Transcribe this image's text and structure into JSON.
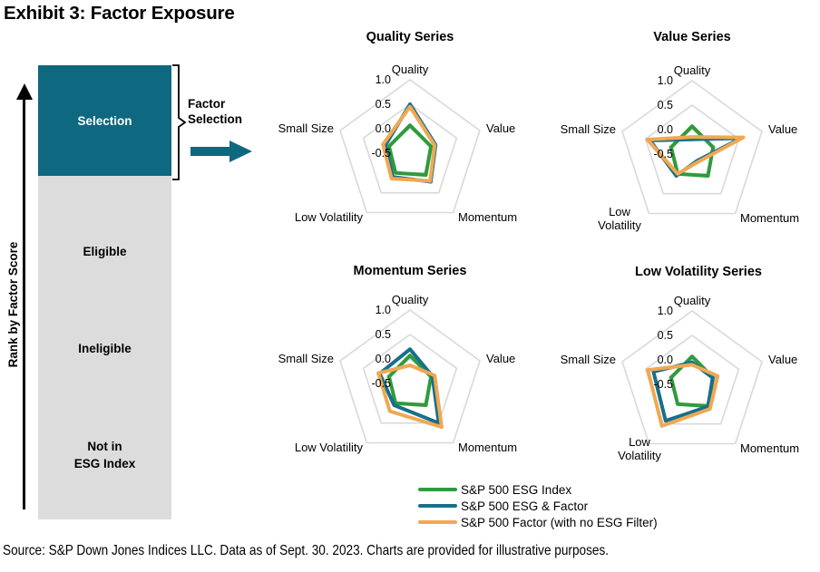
{
  "page_title": "Exhibit 3: Factor Exposure",
  "colors": {
    "green": "#2E9B3C",
    "teal": "#186F8B",
    "teal_box": "#0E6880",
    "orange": "#F0A852",
    "grid": "#D9D9D9",
    "funnel_gray": "#DCDCDC",
    "ink": "#000000"
  },
  "funnel": {
    "axis_label": "Rank by Factor Score",
    "stages": [
      {
        "label": "Selection"
      },
      {
        "label": "Eligible"
      },
      {
        "label": "Ineligible"
      },
      {
        "label": "Not in\nESG Index"
      }
    ],
    "callout_label": "Factor\nSelection"
  },
  "legend": [
    {
      "label": "S&P 500 ESG Index",
      "color_key": "green"
    },
    {
      "label": "S&P 500 ESG & Factor",
      "color_key": "teal"
    },
    {
      "label": "S&P 500 Factor (with no ESG Filter)",
      "color_key": "orange"
    }
  ],
  "chart_data": [
    {
      "type": "radar",
      "title": "Quality Series",
      "axes": [
        "Quality",
        "Value",
        "Momentum",
        "Low Volatility",
        "Small Size"
      ],
      "radial_ticks": [
        "1.0",
        "0.5",
        "0.0",
        "-0.5"
      ],
      "range": [
        -0.5,
        1.0
      ],
      "rings": [
        1.0,
        0.5,
        0.0
      ],
      "grid": true,
      "series": [
        {
          "name": "S&P 500 ESG Index",
          "color_key": "green",
          "values": [
            0.07,
            -0.05,
            0.05,
            0.0,
            -0.05
          ]
        },
        {
          "name": "S&P 500 ESG & Factor",
          "color_key": "teal",
          "values": [
            0.5,
            0.05,
            0.22,
            0.1,
            0.03
          ]
        },
        {
          "name": "S&P 500 Factor (with no ESG Filter)",
          "color_key": "orange",
          "values": [
            0.45,
            0.03,
            0.2,
            0.14,
            0.08
          ]
        }
      ]
    },
    {
      "type": "radar",
      "title": "Value Series",
      "axes": [
        "Quality",
        "Value",
        "Momentum",
        "Low Volatility",
        "Small Size"
      ],
      "radial_ticks": [
        "1.0",
        "0.5",
        "0.0",
        "-0.5"
      ],
      "range": [
        -0.5,
        1.0
      ],
      "rings": [
        1.0,
        0.5,
        0.0
      ],
      "grid": true,
      "series": [
        {
          "name": "S&P 500 ESG Index",
          "color_key": "green",
          "values": [
            0.07,
            -0.05,
            0.05,
            0.0,
            -0.05
          ]
        },
        {
          "name": "S&P 500 ESG & Factor",
          "color_key": "teal",
          "values": [
            -0.2,
            0.55,
            -0.33,
            0.05,
            0.4
          ]
        },
        {
          "name": "S&P 500 Factor (with no ESG Filter)",
          "color_key": "orange",
          "values": [
            -0.15,
            0.6,
            -0.3,
            0.0,
            0.46
          ]
        }
      ]
    },
    {
      "type": "radar",
      "title": "Momentum Series",
      "axes": [
        "Quality",
        "Value",
        "Momentum",
        "Low Volatility",
        "Small Size"
      ],
      "radial_ticks": [
        "1.0",
        "0.5",
        "0.0",
        "-0.5"
      ],
      "range": [
        -0.5,
        1.0
      ],
      "rings": [
        1.0,
        0.5,
        0.0
      ],
      "grid": true,
      "series": [
        {
          "name": "S&P 500 ESG Index",
          "color_key": "green",
          "values": [
            0.07,
            -0.05,
            0.05,
            0.0,
            -0.05
          ]
        },
        {
          "name": "S&P 500 ESG & Factor",
          "color_key": "teal",
          "values": [
            0.2,
            -0.02,
            0.5,
            0.05,
            0.15
          ]
        },
        {
          "name": "S&P 500 Factor (with no ESG Filter)",
          "color_key": "orange",
          "values": [
            -0.13,
            0.03,
            0.6,
            0.2,
            0.18
          ]
        }
      ]
    },
    {
      "type": "radar",
      "title": "Low Volatility Series",
      "axes": [
        "Quality",
        "Value",
        "Momentum",
        "Low Volatility",
        "Small Size"
      ],
      "radial_ticks": [
        "1.0",
        "0.5",
        "0.0",
        "-0.5"
      ],
      "range": [
        -0.5,
        1.0
      ],
      "rings": [
        1.0,
        0.5,
        0.0
      ],
      "grid": true,
      "series": [
        {
          "name": "S&P 500 ESG Index",
          "color_key": "green",
          "values": [
            0.07,
            -0.05,
            0.05,
            0.0,
            -0.05
          ]
        },
        {
          "name": "S&P 500 ESG & Factor",
          "color_key": "teal",
          "values": [
            -0.05,
            -0.06,
            0.06,
            0.42,
            0.33
          ]
        },
        {
          "name": "S&P 500 Factor (with no ESG Filter)",
          "color_key": "orange",
          "values": [
            -0.1,
            0.05,
            0.12,
            0.55,
            0.45
          ]
        }
      ]
    }
  ],
  "footer": "Source: S&P Down Jones Indices LLC. Data as of Sept. 30. 2023. Charts are provided for illustrative purposes."
}
